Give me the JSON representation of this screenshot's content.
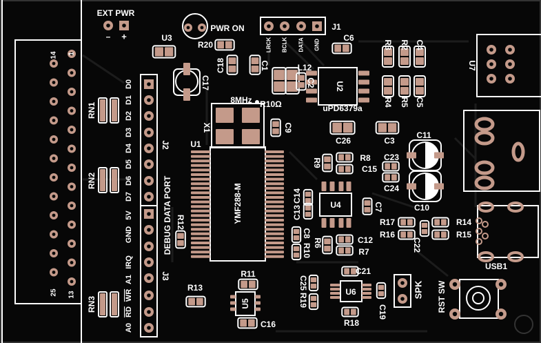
{
  "colors": {
    "board": "#070707",
    "silk": "#ffffff",
    "copper": "#c49a8a",
    "trace": "#1c1c1c"
  },
  "labels": {
    "ext_pwr": "EXT PWR",
    "minus": "–",
    "plus": "+",
    "pwr_on": "PWR ON",
    "j1": "J1",
    "lrck": "LRCK",
    "bclk": "BCLK",
    "data": "DATA",
    "gnd_j1": "GND",
    "u3": "U3",
    "r20": "R20",
    "c18": "C18",
    "c1": "C1",
    "l12": "L12",
    "c2": "C2",
    "r10ohm": "R10Ω",
    "u2": "U2",
    "upd": "uPD6379a",
    "c6": "C6",
    "r3": "R3",
    "r2": "R2",
    "c4": "C4",
    "r4": "R4",
    "r5": "R5",
    "c5": "C5",
    "u7": "U7",
    "mhz": "8MHz",
    "x1": "X1",
    "c9": "C9",
    "c26": "C26",
    "c3": "C3",
    "c11": "C11",
    "c10": "C10",
    "u1": "U1",
    "ymf": "YMF288-M",
    "c17": "C17",
    "j2": "J2",
    "j3": "J3",
    "debug": "DEBUG DATA PORT",
    "r12": "R12",
    "rn1": "RN1",
    "rn2": "RN2",
    "rn3": "RN3",
    "d0": "D0",
    "d1": "D1",
    "d2": "D2",
    "d3": "D3",
    "d4": "D4",
    "d5": "D5",
    "d6": "D6",
    "d7": "D7",
    "v5": "5V",
    "gnd": "GND",
    "irq": "IRQ",
    "a1": "A1",
    "wr": "WR",
    "rd": "RD",
    "a0": "A0",
    "r13": "R13",
    "r11": "R11",
    "u5": "U5",
    "c16": "C16",
    "p14": "14",
    "p1": "1",
    "p25": "25",
    "p13": "13",
    "r9": "R9",
    "r8": "R8",
    "c15": "C15",
    "c23": "C23",
    "c24": "C24",
    "u4": "U4",
    "c7": "C7",
    "c14": "C14",
    "c13": "C13",
    "c8": "C8",
    "r10": "R10",
    "r6": "R6",
    "c12": "C12",
    "r7": "R7",
    "r17": "R17",
    "r16": "R16",
    "r14": "R14",
    "r15": "R15",
    "c22": "C22",
    "usb1": "USB1",
    "c21": "C21",
    "u6": "U6",
    "c25": "C25",
    "r19": "R19",
    "r18": "R18",
    "c19": "C19",
    "spk": "SPK",
    "rst_sw": "RST SW"
  }
}
